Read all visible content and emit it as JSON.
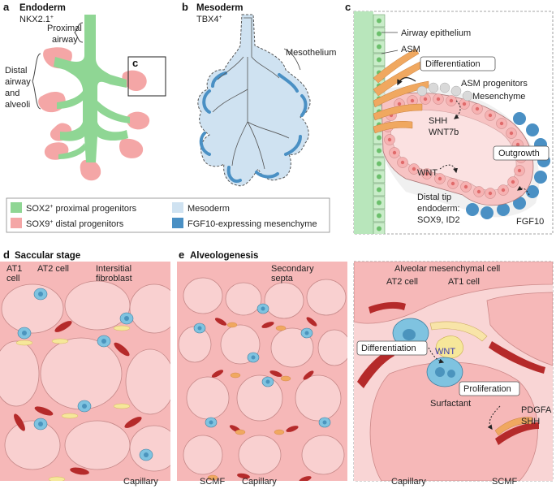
{
  "colors": {
    "sox2_green": "#8fd694",
    "sox9_pink": "#f4a6a6",
    "mesoderm_blue": "#cfe2f1",
    "fgf10_blue": "#4a90c4",
    "alveolus_pink": "#f6b8b8",
    "cell_blue": "#7fc3e0",
    "capillary_red": "#b52a2a",
    "fibroblast_yellow": "#f6e79a",
    "asm_orange": "#f0a860"
  },
  "panel_a": {
    "letter": "a",
    "title": "Endoderm",
    "marker": "NKX2.1",
    "marker_sup": "+",
    "proximal_label_1": "Proximal",
    "proximal_label_2": "airway",
    "distal_label_1": "Distal",
    "distal_label_2": "airway",
    "distal_label_3": "and",
    "distal_label_4": "alveoli",
    "inset_letter": "c"
  },
  "panel_b": {
    "letter": "b",
    "title": "Mesoderm",
    "marker": "TBX4",
    "marker_sup": "+",
    "mesothelium_label": "Mesothelium"
  },
  "panel_c": {
    "letter": "c",
    "airway_epithelium": "Airway epithelium",
    "asm": "ASM",
    "differentiation": "Differentiation",
    "asm_progenitors": "ASM progenitors",
    "mesenchyme": "Mesenchyme",
    "shh": "SHH",
    "wnt7b": "WNT7b",
    "outgrowth": "Outgrowth",
    "wnt": "WNT",
    "distal_tip_1": "Distal tip",
    "distal_tip_2": "endoderm:",
    "distal_tip_3": "SOX9, ID2",
    "fgf10": "FGF10"
  },
  "legend": {
    "items": [
      {
        "label": "SOX2",
        "sup": "+",
        "rest": " proximal progenitors"
      },
      {
        "label": "SOX9",
        "sup": "+",
        "rest": " distal progenitors"
      },
      {
        "label": "Mesoderm",
        "sup": "",
        "rest": ""
      },
      {
        "label": "FGF10-expressing mesenchyme",
        "sup": "",
        "rest": ""
      }
    ]
  },
  "panel_d": {
    "letter": "d",
    "title": "Saccular stage",
    "at1_1": "AT1",
    "at1_2": "cell",
    "at2": "AT2 cell",
    "fibroblast_1": "Intersitial",
    "fibroblast_2": "fibroblast",
    "capillary": "Capillary"
  },
  "panel_e": {
    "letter": "e",
    "title": "Alveologenesis",
    "septa_1": "Secondary",
    "septa_2": "septa",
    "scmf": "SCMF",
    "capillary": "Capillary"
  },
  "panel_f": {
    "mesenchymal_cell": "Alveolar mesenchymal cell",
    "at2": "AT2 cell",
    "at1": "AT1 cell",
    "differentiation": "Differentiation",
    "wnt": "WNT",
    "proliferation": "Proliferation",
    "surfactant": "Surfactant",
    "pdgfa": "PDGFA",
    "shh": "SHH",
    "capillary": "Capillary",
    "scmf": "SCMF"
  }
}
